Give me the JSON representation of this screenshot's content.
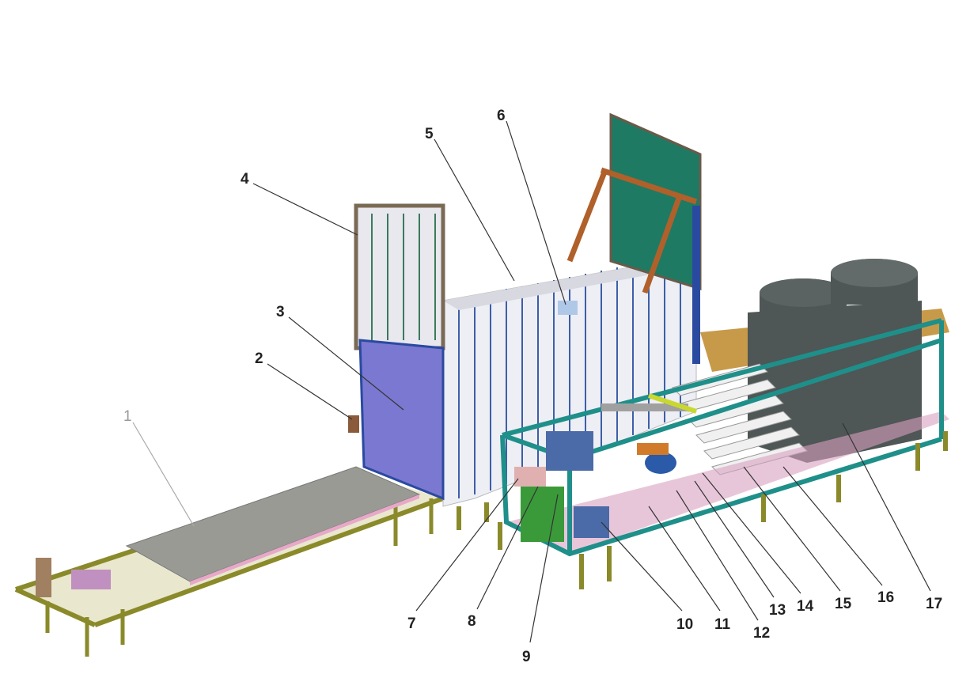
{
  "callouts": [
    {
      "n": "1"
    },
    {
      "n": "2"
    },
    {
      "n": "3"
    },
    {
      "n": "4"
    },
    {
      "n": "5"
    },
    {
      "n": "6"
    },
    {
      "n": "7"
    },
    {
      "n": "8"
    },
    {
      "n": "9"
    },
    {
      "n": "10"
    },
    {
      "n": "11"
    },
    {
      "n": "12"
    },
    {
      "n": "13"
    },
    {
      "n": "14"
    },
    {
      "n": "15"
    },
    {
      "n": "16"
    },
    {
      "n": "17"
    }
  ],
  "colors": {
    "frame": "#8a8a2a",
    "door_green": "#1f7a63",
    "panel_blue": "#7a78d0",
    "tower_grey": "#4e5656",
    "pipe_teal": "#1f8f8a",
    "plate": "#9a9a95",
    "wood": "#c79a4a"
  }
}
